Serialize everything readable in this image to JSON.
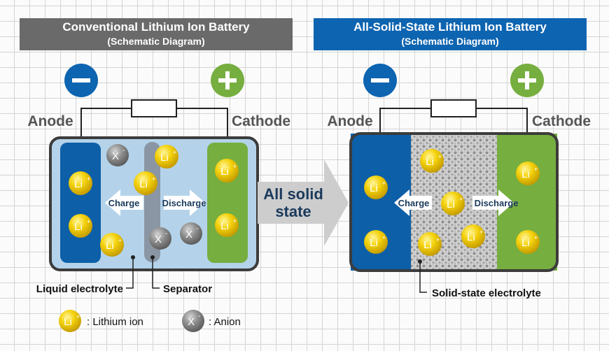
{
  "left_header": {
    "title": "Conventional Lithium Ion Battery",
    "subtitle": "(Schematic Diagram)"
  },
  "right_header": {
    "title": "All-Solid-State Lithium Ion Battery",
    "subtitle": "(Schematic Diagram)"
  },
  "labels": {
    "minus": "−",
    "plus": "+",
    "anode": "Anode",
    "cathode": "Cathode",
    "charge": "Charge",
    "discharge": "Discharge",
    "li": "Li",
    "li_sup": "+",
    "x": "X",
    "x_sup": "-",
    "arrow_line1": "All solid",
    "arrow_line2": "state",
    "liquid_electrolyte": "Liquid electrolyte",
    "separator": "Separator",
    "solid_electrolyte": "Solid-state electrolyte"
  },
  "legend": {
    "lithium_label": ": Lithium ion",
    "anion_label": ": Anion"
  },
  "colors": {
    "left_header_bg": "#6a6a6a",
    "right_header_bg": "#0d64b0",
    "anode_blue": "#0d5fa8",
    "cathode_green": "#76ae3f",
    "liquid": "#b4d3ea",
    "li_yellow": "#f2cf0a",
    "anion_gray": "#8a8a8a",
    "arrow_gray": "#cdcdcd"
  }
}
